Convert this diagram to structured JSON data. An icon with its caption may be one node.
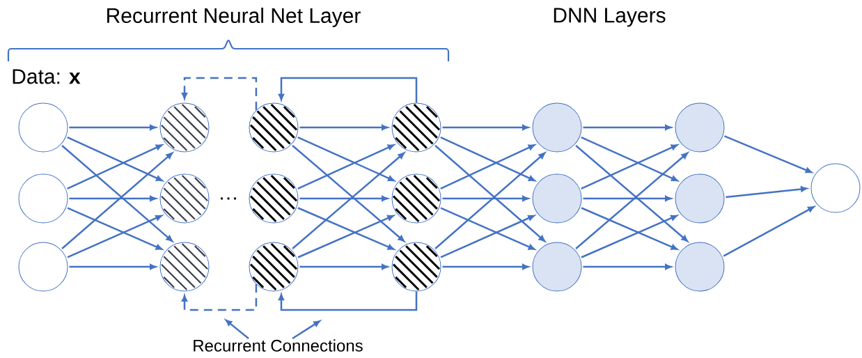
{
  "diagram": {
    "nodes": [
      {
        "text": [],
        "shape": "circle"
      },
      {
        "text": [],
        "shape": "circle"
      },
      {
        "text": [],
        "shape": "circle"
      },
      {
        "text": [],
        "shape": "circle"
      },
      {
        "text": [],
        "shape": "circle"
      },
      {
        "text": [],
        "shape": "circle"
      },
      {
        "text": [],
        "shape": "circle"
      },
      {
        "text": [],
        "shape": "circle"
      },
      {
        "text": [],
        "shape": "circle"
      },
      {
        "text": [],
        "shape": "circle"
      },
      {
        "text": [],
        "shape": "circle"
      },
      {
        "text": [],
        "shape": "circle"
      },
      {
        "text": [],
        "shape": "circle"
      },
      {
        "text": [],
        "shape": "circle"
      },
      {
        "text": [],
        "shape": "circle"
      },
      {
        "text": [],
        "shape": "circle"
      },
      {
        "text": [],
        "shape": "circle"
      },
      {
        "text": [],
        "shape": "circle"
      },
      {
        "text": [],
        "shape": "circle"
      },
      {
        "text": [
          "Recurrent Connections"
        ]
      }
    ],
    "edges": [
      {
        "from": 0,
        "to": 3,
        "arrow": "to"
      },
      {
        "from": 0,
        "to": 4,
        "arrow": "to"
      },
      {
        "from": 0,
        "to": 5,
        "arrow": "to"
      },
      {
        "from": 1,
        "to": 3,
        "arrow": "to"
      },
      {
        "from": 1,
        "to": 4,
        "arrow": "to"
      },
      {
        "from": 1,
        "to": 5,
        "arrow": "to"
      },
      {
        "from": 2,
        "to": 3,
        "arrow": "to"
      },
      {
        "from": 2,
        "to": 4,
        "arrow": "to"
      },
      {
        "from": 2,
        "to": 5,
        "arrow": "to"
      },
      {
        "from": 6,
        "to": 9,
        "arrow": "to"
      },
      {
        "from": 6,
        "to": 10,
        "arrow": "to"
      },
      {
        "from": 6,
        "to": 11,
        "arrow": "to"
      },
      {
        "from": 7,
        "to": 9,
        "arrow": "to"
      },
      {
        "from": 7,
        "to": 10,
        "arrow": "to"
      },
      {
        "from": 7,
        "to": 11,
        "arrow": "to"
      },
      {
        "from": 8,
        "to": 9,
        "arrow": "to"
      },
      {
        "from": 8,
        "to": 10,
        "arrow": "to"
      },
      {
        "from": 8,
        "to": 11,
        "arrow": "to"
      },
      {
        "from": 9,
        "to": 12,
        "arrow": "to"
      },
      {
        "from": 9,
        "to": 13,
        "arrow": "to"
      },
      {
        "from": 9,
        "to": 14,
        "arrow": "to"
      },
      {
        "from": 10,
        "to": 12,
        "arrow": "to"
      },
      {
        "from": 10,
        "to": 13,
        "arrow": "to"
      },
      {
        "from": 10,
        "to": 14,
        "arrow": "to"
      },
      {
        "from": 11,
        "to": 12,
        "arrow": "to"
      },
      {
        "from": 11,
        "to": 13,
        "arrow": "to"
      },
      {
        "from": 11,
        "to": 14,
        "arrow": "to"
      },
      {
        "from": 12,
        "to": 15,
        "arrow": "to"
      },
      {
        "from": 12,
        "to": 16,
        "arrow": "to"
      },
      {
        "from": 12,
        "to": 17,
        "arrow": "to"
      },
      {
        "from": 13,
        "to": 15,
        "arrow": "to"
      },
      {
        "from": 13,
        "to": 16,
        "arrow": "to"
      },
      {
        "from": 13,
        "to": 17,
        "arrow": "to"
      },
      {
        "from": 14,
        "to": 15,
        "arrow": "to"
      },
      {
        "from": 14,
        "to": 16,
        "arrow": "to"
      },
      {
        "from": 14,
        "to": 17,
        "arrow": "to"
      },
      {
        "from": 15,
        "to": 18,
        "arrow": "to"
      },
      {
        "from": 16,
        "to": 18,
        "arrow": "to"
      },
      {
        "from": 17,
        "to": 18,
        "arrow": "to"
      },
      {
        "from": 6,
        "to": 3,
        "arrow": "to",
        "style": "dashed"
      },
      {
        "from": 9,
        "to": 6,
        "arrow": "to"
      },
      {
        "from": 8,
        "to": 5,
        "arrow": "to",
        "style": "dashed"
      },
      {
        "from": 11,
        "to": 8,
        "arrow": "to"
      },
      {
        "from": 19,
        "to": null,
        "arrow": "to"
      },
      {
        "from": 19,
        "to": null,
        "arrow": "to"
      }
    ],
    "labels": [
      "Recurrent Neural Net Layer",
      "DNN Layers",
      "Data: **x**",
      "…"
    ]
  }
}
